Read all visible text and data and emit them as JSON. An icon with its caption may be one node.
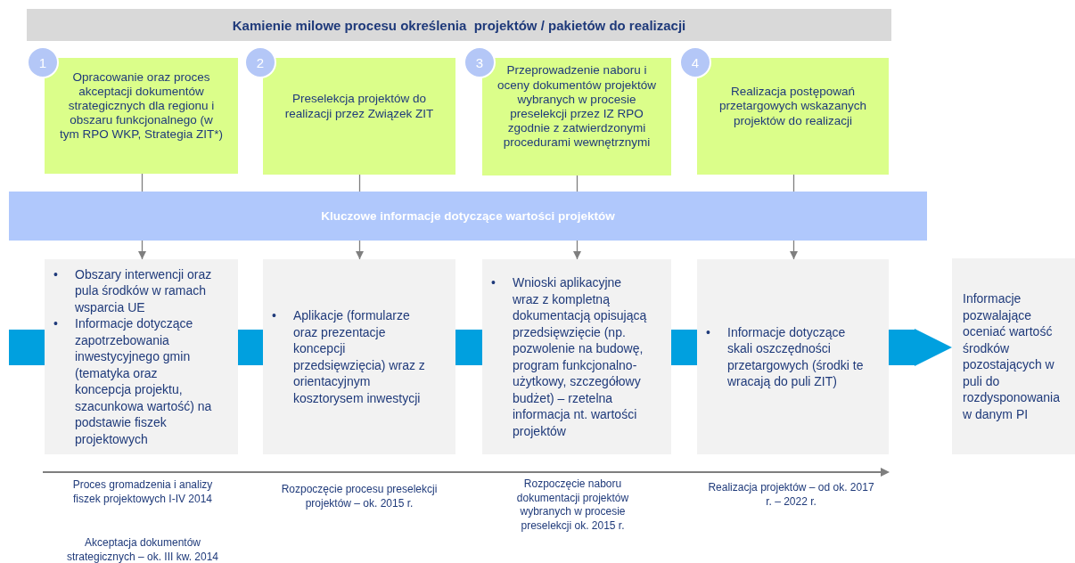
{
  "diagram": {
    "title": "Kamienie milowe procesu określenia  projektów / pakietów do realizacji",
    "nodes": [
      {
        "text": [
          "1"
        ]
      },
      {
        "text": [
          "Opracowanie oraz proces akceptacji dokumentów strategicznych dla regionu i obszaru funkcjonalnego (w tym RPO WKP, Strategia ZIT*)"
        ]
      },
      {
        "text": [
          "2"
        ]
      },
      {
        "text": [
          "Preselekcja projektów do realizacji przez Związek ZIT"
        ]
      },
      {
        "text": [
          "3"
        ]
      },
      {
        "text": [
          "Przeprowadzenie naboru i oceny dokumentów projektów wybranych w procesie preselekcji przez IZ RPO zgodnie z zatwierdzonymi procedurami wewnętrznymi"
        ]
      },
      {
        "text": [
          "4"
        ]
      },
      {
        "text": [
          "Realizacja postępowań przetargowych wskazanych projektów do realizacji"
        ]
      },
      {
        "text": [
          "Kluczowe informacje dotyczące wartości projektów"
        ]
      },
      {
        "text": [
          "•",
          "Obszary interwencji oraz pula środków w ramach wsparcia UE",
          "•",
          "Informacje dotyczące zapotrzebowania inwestycyjnego gmin (tematyka oraz koncepcja projektu, szacunkowa wartość) na podstawie fiszek projektowych"
        ]
      },
      {
        "text": [
          "•",
          "Aplikacje (formularze oraz prezentacje koncepcji przedsięwzięcia) wraz z orientacyjnym kosztorysem inwestycji"
        ]
      },
      {
        "text": [
          "•",
          "Wnioski aplikacyjne wraz z kompletną dokumentacją opisującą przedsięwzięcie (np. pozwolenie na budowę, program funkcjonalno-użytkowy, szczegółowy budżet) – rzetelna informacja nt. wartości projektów"
        ]
      },
      {
        "text": [
          "•",
          "Informacje dotyczące skali oszczędności przetargowych (środki te wracają do puli ZIT)"
        ]
      },
      {
        "text": [
          "Informacje pozwalające oceniać wartość środków pozostających w puli do rozdysponowania w danym PI"
        ]
      }
    ],
    "edges": [
      {
        "from": 1,
        "to": 8,
        "arrow": "none"
      },
      {
        "from": 3,
        "to": 8,
        "arrow": "none"
      },
      {
        "from": 5,
        "to": 8,
        "arrow": "none"
      },
      {
        "from": 7,
        "to": 8,
        "arrow": "none"
      },
      {
        "from": 8,
        "to": 9,
        "arrow": "to"
      },
      {
        "from": 8,
        "to": 10,
        "arrow": "to"
      },
      {
        "from": 8,
        "to": 11,
        "arrow": "to"
      },
      {
        "from": 8,
        "to": 12,
        "arrow": "to"
      },
      {
        "from": null,
        "to": 9,
        "arrow": "none",
        "style": "thick",
        "color": "#00a0df"
      },
      {
        "from": 9,
        "to": 10,
        "arrow": "none",
        "style": "thick",
        "color": "#00a0df"
      },
      {
        "from": 10,
        "to": 11,
        "arrow": "none",
        "style": "thick",
        "color": "#00a0df"
      },
      {
        "from": 11,
        "to": 12,
        "arrow": "none",
        "style": "thick",
        "color": "#00a0df"
      },
      {
        "from": 12,
        "to": 13,
        "arrow": "to",
        "style": "thick",
        "color": "#00a0df"
      }
    ],
    "labels": [
      "Proces gromadzenia i analizy fiszek projektowych I-IV 2014",
      "Akceptacja dokumentów strategicznych – ok. III kw. 2014",
      "Rozpoczęcie procesu preselekcji projektów – ok. 2015 r.",
      "Rozpoczęcie naboru dokumentacji projektów wybranych w procesie preselekcji ok. 2015 r.",
      "Realizacja projektów – od ok. 2017 r. – 2022 r."
    ]
  }
}
